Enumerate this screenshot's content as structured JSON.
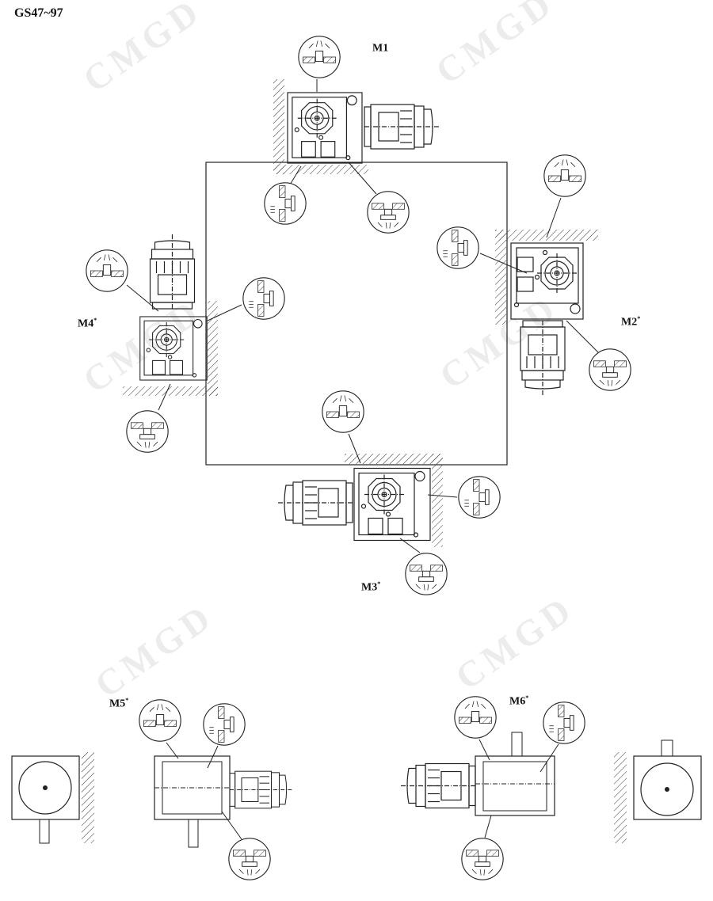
{
  "title": "GS47~97",
  "watermark": "CMGD",
  "positions": [
    {
      "id": "M1",
      "label": "M1",
      "mark": ""
    },
    {
      "id": "M2",
      "label": "M2",
      "mark": "*"
    },
    {
      "id": "M3",
      "label": "M3",
      "mark": "*"
    },
    {
      "id": "M4",
      "label": "M4",
      "mark": "*"
    },
    {
      "id": "M5",
      "label": "M5",
      "mark": "*"
    },
    {
      "id": "M6",
      "label": "M6",
      "mark": "*"
    }
  ],
  "colors": {
    "line": "#222222",
    "watermark": "#ececec"
  }
}
